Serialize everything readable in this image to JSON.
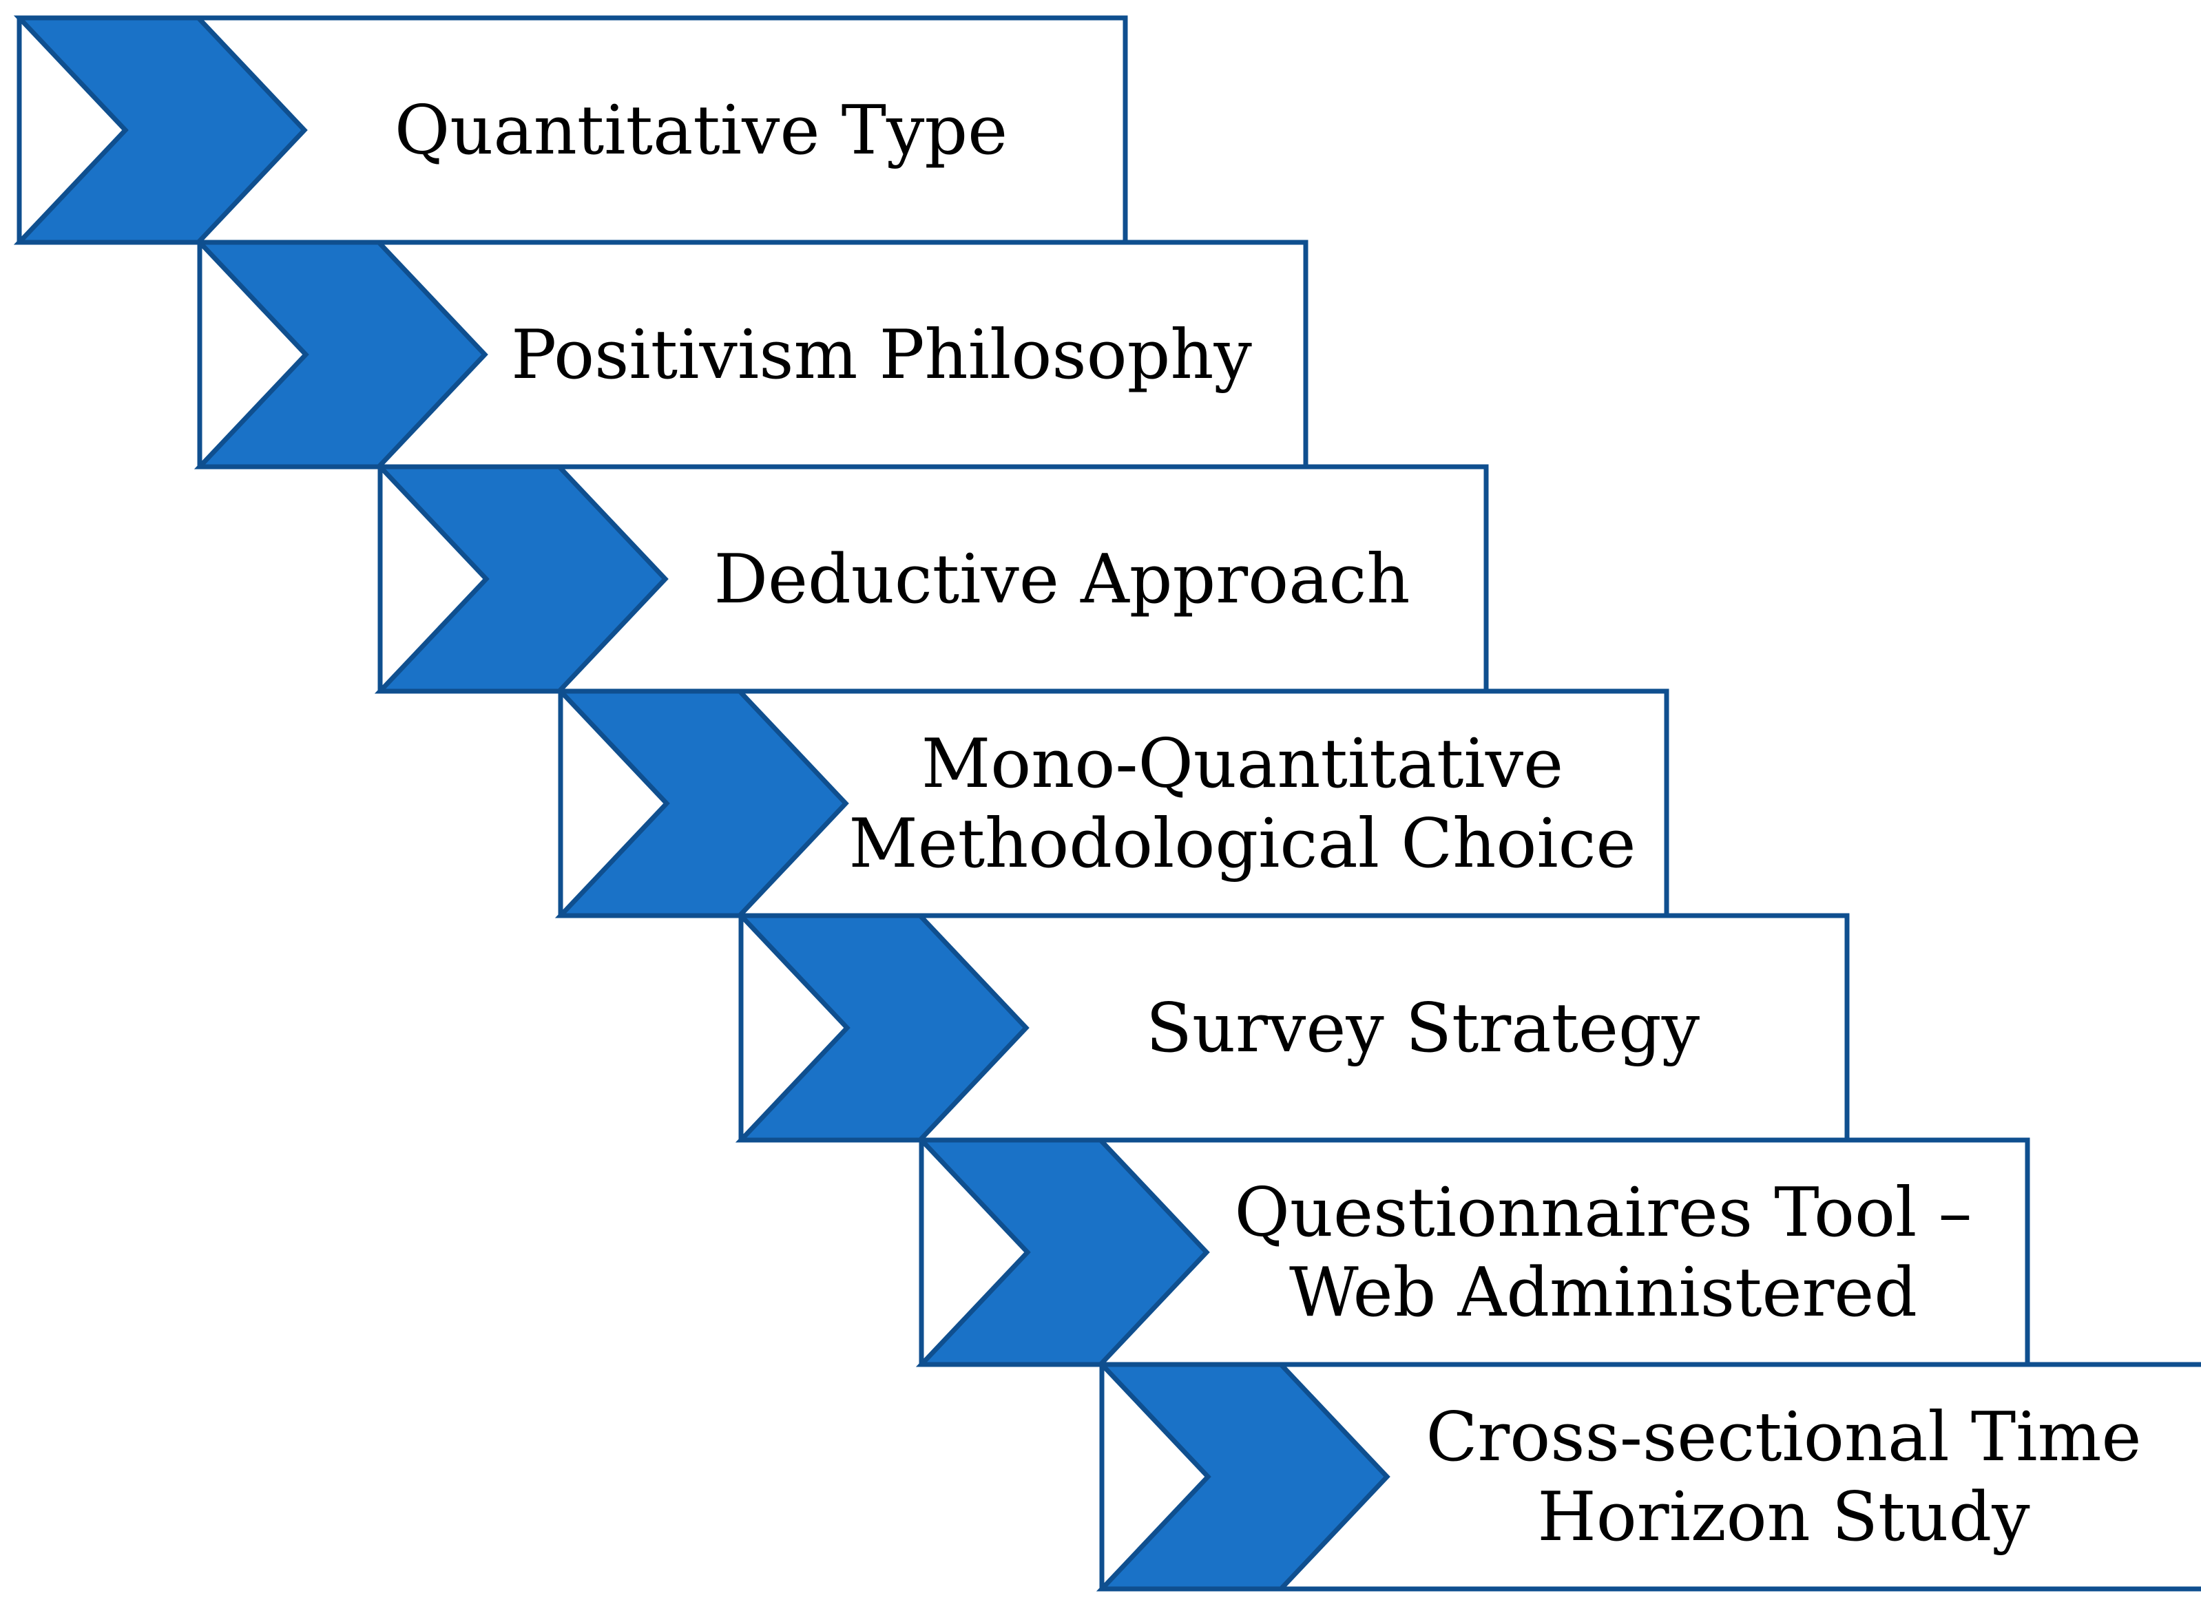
{
  "colors": {
    "chevron_fill": "#1a72c7",
    "outline": "#0f4f8f",
    "box_fill": "#ffffff",
    "text": "#000000"
  },
  "steps": [
    {
      "lines": [
        "Quantitative Type"
      ]
    },
    {
      "lines": [
        "Positivism Philosophy"
      ]
    },
    {
      "lines": [
        "Deductive Approach"
      ]
    },
    {
      "lines": [
        "Mono-Quantitative",
        "Methodological Choice"
      ]
    },
    {
      "lines": [
        "Survey Strategy"
      ]
    },
    {
      "lines": [
        "Questionnaires Tool –",
        "Web Administered"
      ]
    },
    {
      "lines": [
        "Cross-sectional Time",
        "Horizon Study"
      ]
    }
  ]
}
